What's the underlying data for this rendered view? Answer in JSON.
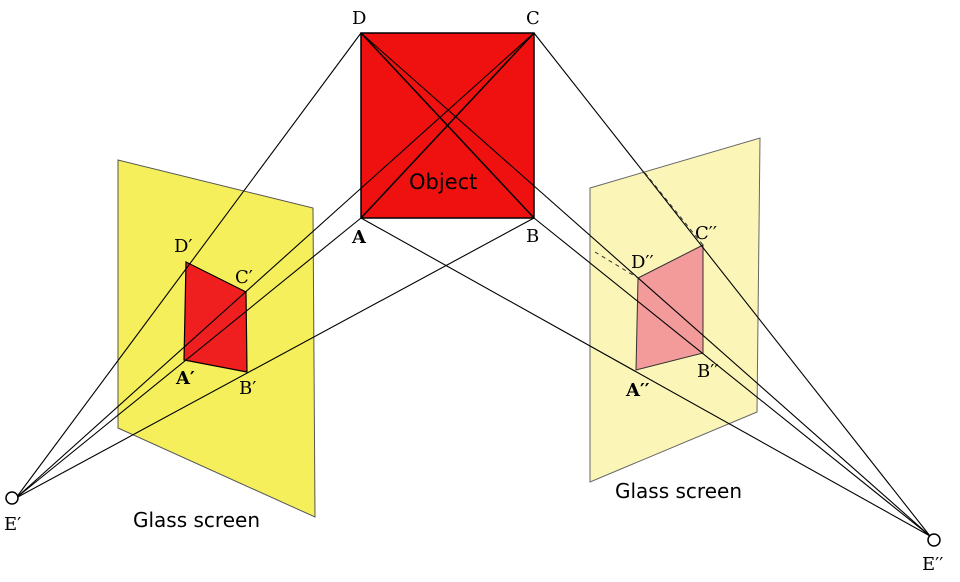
{
  "object": {
    "label": "Object",
    "fill": "#ef1010"
  },
  "vertices": {
    "A": "A",
    "B": "B",
    "C": "C",
    "D": "D"
  },
  "left_screen": {
    "caption": "Glass screen",
    "fill": "#f5ef5c",
    "image_fill": "#f01f1f",
    "labels": {
      "A": "A′",
      "B": "B′",
      "C": "C′",
      "D": "D′"
    },
    "eye": "E′"
  },
  "right_screen": {
    "caption": "Glass screen",
    "fill": "#fbf6b8",
    "image_fill": "#f39a9a",
    "labels": {
      "A": "A′′",
      "B": "B′′",
      "C": "C′′",
      "D": "D′′"
    },
    "eye": "E′′"
  }
}
